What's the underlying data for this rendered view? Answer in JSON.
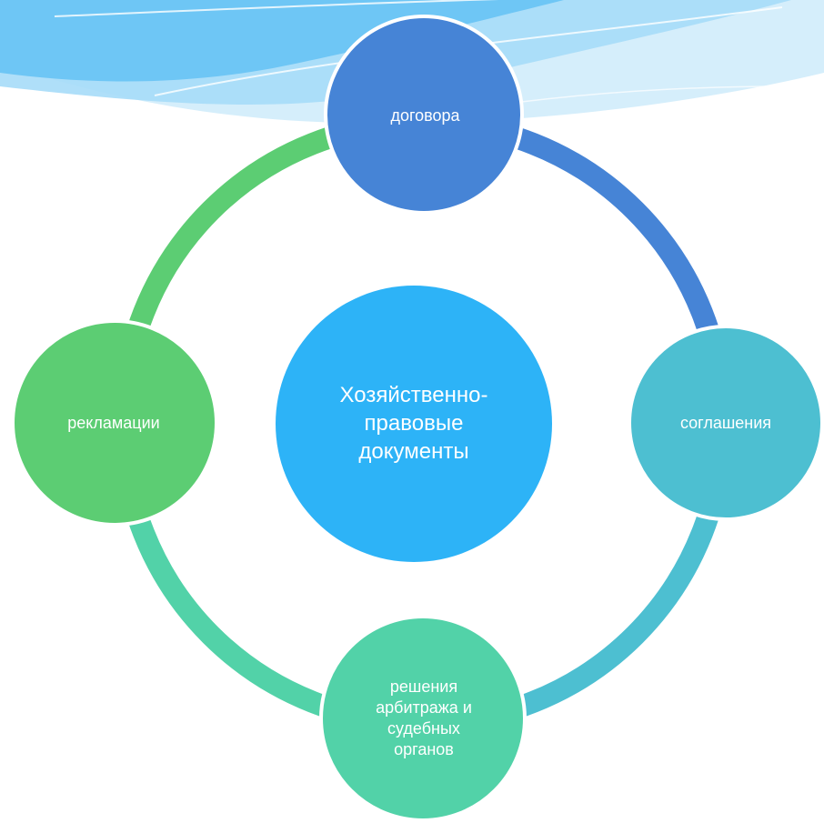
{
  "diagram": {
    "center": {
      "label": "Хозяйственно-\nправовые\nдокументы",
      "color": "#2db3f7"
    },
    "nodes": [
      {
        "id": "top",
        "label": "договора",
        "color": "#4684d6"
      },
      {
        "id": "right",
        "label": "соглашения",
        "color": "#4dbfd1"
      },
      {
        "id": "bottom",
        "label": "решения\nарбитража и\nсудебных\nорганов",
        "color": "#52d2a8"
      },
      {
        "id": "left",
        "label": "рекламации",
        "color": "#5ccd73"
      }
    ],
    "ring_segment_colors": [
      "#4684d6",
      "#4dbfd1",
      "#52d2a8",
      "#5ccd73"
    ]
  },
  "decoration": {
    "wave_colors": [
      "#6ec6f5",
      "#a6dcf8",
      "#d5eefb"
    ]
  }
}
